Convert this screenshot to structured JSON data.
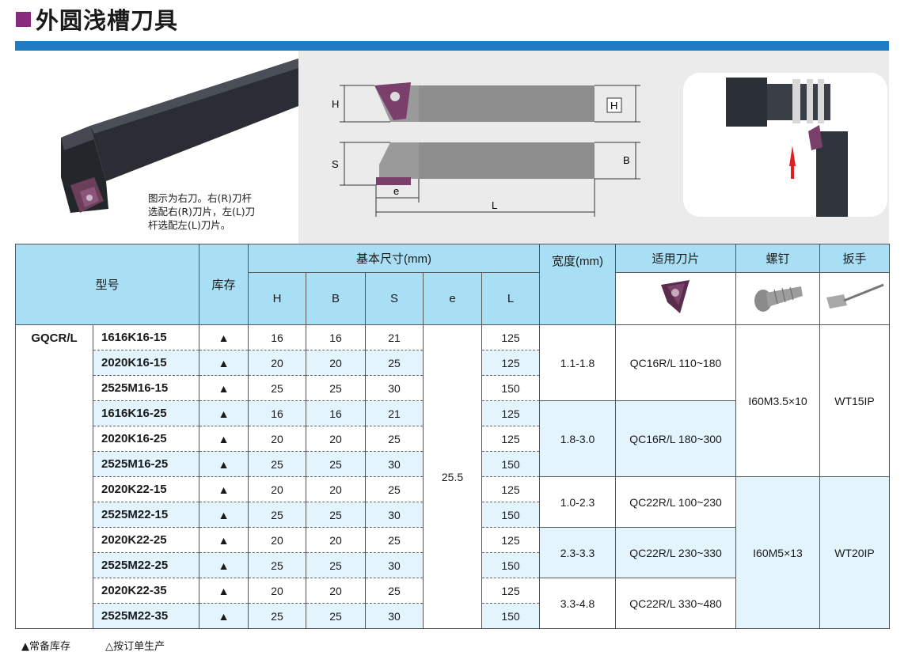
{
  "title": "外圆浅槽刀具",
  "note_lines": [
    "图示为右刀。右(R)刀杆",
    "选配右(R)刀片，左(L)刀",
    "杆选配左(L)刀片。"
  ],
  "diagram_labels": {
    "H": "H",
    "S": "S",
    "B": "B",
    "e": "e",
    "L": "L"
  },
  "headers": {
    "model": "型号",
    "stock": "库存",
    "basic": "基本尺寸(mm)",
    "H": "H",
    "B": "B",
    "S": "S",
    "e": "e",
    "L": "L",
    "width": "宽度(mm)",
    "insert": "适用刀片",
    "screw": "螺钉",
    "wrench": "扳手"
  },
  "series": "GQCR/L",
  "rows": [
    {
      "model": "1616K16-15",
      "stock": "▲",
      "H": "16",
      "B": "16",
      "S": "21",
      "L": "125"
    },
    {
      "model": "2020K16-15",
      "stock": "▲",
      "H": "20",
      "B": "20",
      "S": "25",
      "L": "125"
    },
    {
      "model": "2525M16-15",
      "stock": "▲",
      "H": "25",
      "B": "25",
      "S": "30",
      "L": "150"
    },
    {
      "model": "1616K16-25",
      "stock": "▲",
      "H": "16",
      "B": "16",
      "S": "21",
      "L": "125"
    },
    {
      "model": "2020K16-25",
      "stock": "▲",
      "H": "20",
      "B": "20",
      "S": "25",
      "L": "125"
    },
    {
      "model": "2525M16-25",
      "stock": "▲",
      "H": "25",
      "B": "25",
      "S": "30",
      "L": "150"
    },
    {
      "model": "2020K22-15",
      "stock": "▲",
      "H": "20",
      "B": "20",
      "S": "25",
      "L": "125"
    },
    {
      "model": "2525M22-15",
      "stock": "▲",
      "H": "25",
      "B": "25",
      "S": "30",
      "L": "150"
    },
    {
      "model": "2020K22-25",
      "stock": "▲",
      "H": "20",
      "B": "20",
      "S": "25",
      "L": "125"
    },
    {
      "model": "2525M22-25",
      "stock": "▲",
      "H": "25",
      "B": "25",
      "S": "30",
      "L": "150"
    },
    {
      "model": "2020K22-35",
      "stock": "▲",
      "H": "20",
      "B": "20",
      "S": "25",
      "L": "125"
    },
    {
      "model": "2525M22-35",
      "stock": "▲",
      "H": "25",
      "B": "25",
      "S": "30",
      "L": "150"
    }
  ],
  "e_value": "25.5",
  "groups": [
    {
      "width": "1.1-1.8",
      "insert": "QC16R/L 110~180"
    },
    {
      "width": "1.8-3.0",
      "insert": "QC16R/L 180~300"
    },
    {
      "width": "1.0-2.3",
      "insert": "QC22R/L 100~230"
    },
    {
      "width": "2.3-3.3",
      "insert": "QC22R/L 230~330"
    },
    {
      "width": "3.3-4.8",
      "insert": "QC22R/L 330~480"
    }
  ],
  "screws": [
    "I60M3.5×10",
    "I60M5×13"
  ],
  "wrenches": [
    "WT15IP",
    "WT20IP"
  ],
  "legend": {
    "stock": "▲常备库存",
    "order": "△按订单生产"
  },
  "colors": {
    "accent_purple": "#8a2a7e",
    "bar_blue": "#1e7dc2",
    "header_blue": "#a9dff5",
    "row_tint": "#e3f4fd"
  }
}
